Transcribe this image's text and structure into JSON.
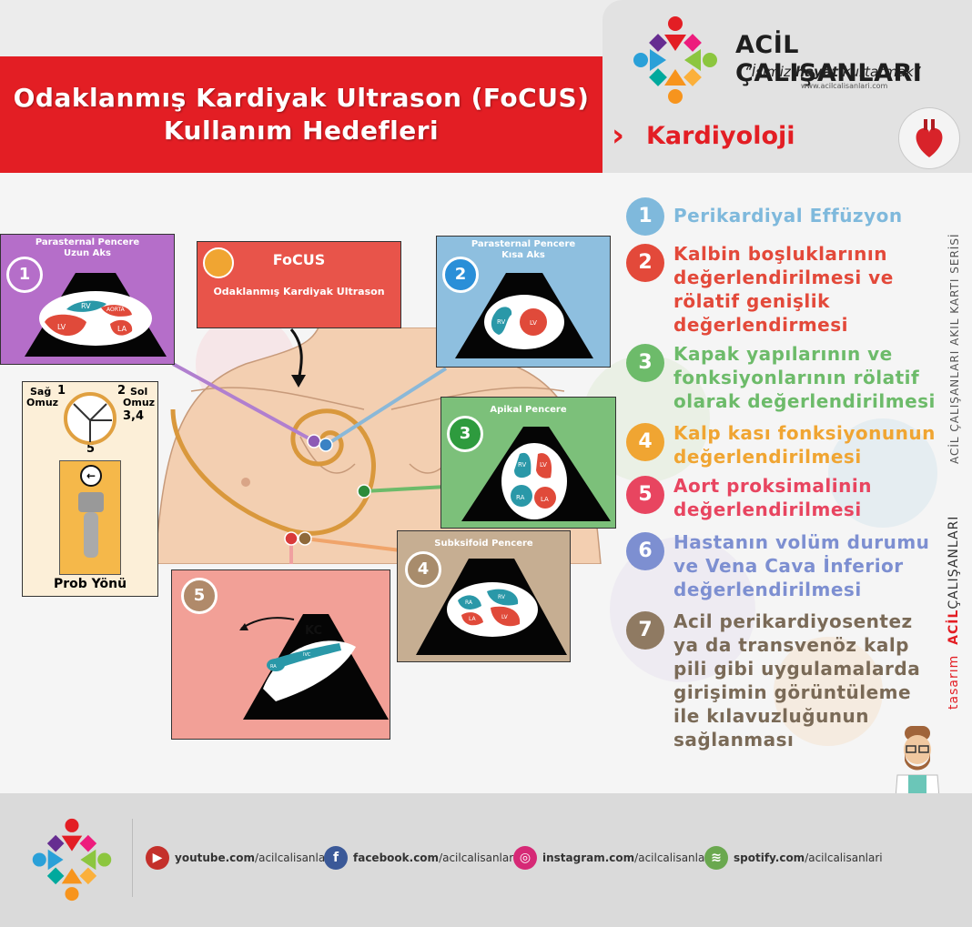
{
  "header": {
    "title_line1": "Odaklanmış Kardiyak Ultrason (FoCUS)",
    "title_line2": "Kullanım Hedefleri",
    "brand_name": "ACİL ÇALIŞANLARI",
    "slogan_pre": "“İşimiz ",
    "slogan_bold": "hayat",
    "slogan_post": " kurtarmak”",
    "brand_url": "www.acilcalisanlari.com",
    "category": "Kardiyoloji"
  },
  "focus_box": {
    "title": "FoCUS",
    "subtitle": "Odaklanmış Kardiyak Ultrason"
  },
  "panels": {
    "p1": {
      "num": "1",
      "title1": "Parasternal Pencere",
      "title2": "Uzun Aks",
      "labels": [
        "RV",
        "AORTA",
        "LV",
        "LA"
      ]
    },
    "p2": {
      "num": "2",
      "title1": "Parasternal Pencere",
      "title2": "Kısa Aks",
      "labels": [
        "RV",
        "LV"
      ]
    },
    "p3": {
      "num": "3",
      "title1": "Apikal  Pencere",
      "labels": [
        "RV",
        "LV",
        "RA",
        "LA"
      ]
    },
    "p4": {
      "num": "4",
      "title1": "Subksifoid  Pencere",
      "labels": [
        "RA",
        "RV",
        "LA",
        "LV"
      ]
    },
    "p5": {
      "num": "5",
      "label_kc": "KC",
      "labels": [
        "RA",
        "IVC"
      ]
    }
  },
  "probe_box": {
    "sag": "Sağ",
    "omuz_left": "Omuz",
    "n1": "1",
    "n2": "2",
    "sol": "Sol",
    "omuz_right": "Omuz",
    "n34": "3,4",
    "n5": "5",
    "caption": "Prob Yönü"
  },
  "goals": [
    {
      "num": "1",
      "color": "#7fb9dc",
      "lines": [
        "Perikardiyal Effüzyon"
      ]
    },
    {
      "num": "2",
      "color": "#e3493a",
      "lines": [
        "Kalbin boşluklarının",
        "değerlendirilmesi ve",
        "rölatif genişlik",
        "değerlendirmesi"
      ]
    },
    {
      "num": "3",
      "color": "#6dbb6a",
      "lines": [
        "Kapak yapılarının ve",
        "fonksiyonlarının rölatif",
        "olarak değerlendirilmesi"
      ]
    },
    {
      "num": "4",
      "color": "#f0a532",
      "lines": [
        "Kalp kası fonksiyonunun",
        "değerlendirilmesi"
      ]
    },
    {
      "num": "5",
      "color": "#e84560",
      "lines": [
        "Aort proksimalinin",
        "değerlendirilmesi"
      ]
    },
    {
      "num": "6",
      "color": "#7d8fd1",
      "lines": [
        "Hastanın volüm durumu",
        "ve Vena Cava İnferior",
        "değerlendirilmesi"
      ]
    },
    {
      "num": "7",
      "color": "#8f7a62",
      "text_color": "#7a6a57",
      "lines": [
        "Acil perikardiyosentez",
        "ya da transvenöz kalp",
        "pili gibi uygulamalarda",
        "girişimin görüntüleme",
        "ile kılavuzluğunun",
        "sağlanması"
      ]
    }
  ],
  "side": {
    "series": "ACİL ÇALIŞANLARI AKIL KARTI SERİSİ",
    "tasarim": "tasarım",
    "tasarim_brand_bold": "ACİL",
    "tasarim_brand_rest": "ÇALIŞANLARI"
  },
  "footer": {
    "social": [
      {
        "name": "youtube",
        "bold": "youtube.com",
        "rest": "/acilcalisanlari",
        "color": "#c4302b",
        "glyph": "▶"
      },
      {
        "name": "facebook",
        "bold": "facebook.com",
        "rest": "/acilcalisanlari",
        "color": "#3b5998",
        "glyph": "f"
      },
      {
        "name": "instagram",
        "bold": "instagram.com",
        "rest": "/acilcalisanlari",
        "color": "#d62976",
        "glyph": "◎"
      },
      {
        "name": "spotify",
        "bold": "spotify.com",
        "rest": "/acilcalisanlari",
        "color": "#6aa84f",
        "glyph": "≋"
      }
    ]
  }
}
